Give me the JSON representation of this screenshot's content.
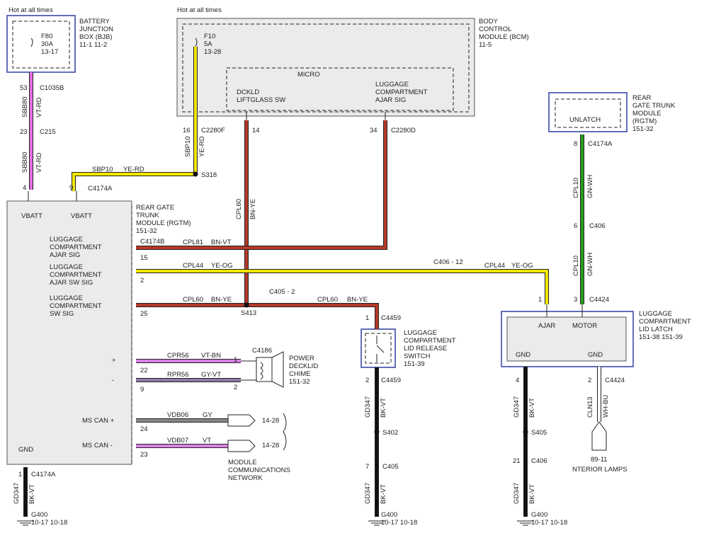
{
  "colors": {
    "VT-RD": "#e36fe0",
    "YE-RD": "#f2e600",
    "BN-YE": "#b43a2a",
    "YE-OG": "#f2e600",
    "GN-WH": "#2a9a22",
    "BK-VT": "#111111",
    "VT-BN": "#d77fe4",
    "GY-VT": "#8b7aa7",
    "GY": "#888888",
    "VT": "#dc82e6",
    "WH-BU": "#ffffff",
    "box_border": "#3a4aa8"
  },
  "labels": {
    "hot1": "Hot at all times",
    "hot2": "Hot at all times",
    "bjb": [
      "BATTERY",
      "JUNCTION",
      "BOX (BJB)",
      "11-1      11-2"
    ],
    "f80": [
      "F80",
      "30A",
      "13-17"
    ],
    "bcm": [
      "BODY",
      "CONTROL",
      "MODULE (BCM)",
      "11-5"
    ],
    "f10": [
      "F10",
      "5A",
      "13-28"
    ],
    "micro": "MICRO",
    "dckld": [
      "DCKLD",
      "LIFTGLASS SW"
    ],
    "lcajar_bcm": [
      "LUGGAGE",
      "COMPARTMENT",
      "AJAR SIG"
    ],
    "rgtm_top": [
      "REAR",
      "GATE TRUNK",
      "MODULE",
      "(RGTM)",
      "151-32"
    ],
    "unlatch": "UNLATCH",
    "rgtm_main": [
      "REAR GATE",
      "TRUNK",
      "MODULE (RGTM)",
      "151-32"
    ],
    "vbatt": "VBATT",
    "pin_lc_ajar": [
      "LUGGAGE",
      "COMPARTMENT",
      "AJAR SIG"
    ],
    "pin_lc_ajar_sw": [
      "LUGGAGE",
      "COMPARTMENT",
      "AJAR SW SIG"
    ],
    "pin_lc_sw": [
      "LUGGAGE",
      "COMPARTMENT",
      "SW SIG"
    ],
    "plus": "+",
    "minus": "-",
    "mscan_plus": "MS CAN +",
    "mscan_minus": "MS CAN -",
    "gnd": "GND",
    "chime": [
      "POWER",
      "DECKLID",
      "CHIME",
      "151-32"
    ],
    "release": [
      "LUGGAGE",
      "COMPARTMENT",
      "LID RELEASE",
      "SWITCH",
      "151-39"
    ],
    "latch": [
      "LUGGAGE",
      "COMPARTMENT",
      "LID LATCH",
      "151-38  151-39"
    ],
    "ajar": "AJAR",
    "motor": "MOTOR",
    "mcn": [
      "MODULE",
      "COMMUNICATIONS",
      "NETWORK"
    ],
    "net_ref": "14-28",
    "interior": "NTERIOR LAMPS",
    "interior_ref": "89-11",
    "g400": "G400",
    "g400_ref": "10-17   10-18"
  },
  "wires": {
    "sbb80": "SBB80",
    "vt_rd": "VT-RD",
    "sbp10": "SBP10",
    "ye_rd": "YE-RD",
    "cpl60": "CPL60",
    "bn_ye": "BN-YE",
    "cpl81": "CPL81",
    "bn_vt": "BN-VT",
    "cpl44": "CPL44",
    "ye_og": "YE-OG",
    "cpl10": "CPL10",
    "gn_wh": "GN-WH",
    "cpr56": "CPR56",
    "vt_bn": "VT-BN",
    "rpr56": "RPR56",
    "gy_vt": "GY-VT",
    "vdb06": "VDB06",
    "gy": "GY",
    "vdb07": "VDB07",
    "vt": "VT",
    "gd347": "GD347",
    "bk_vt": "BK-VT",
    "cln13": "CLN13",
    "wh_bu": "WH-BU"
  },
  "connectors": {
    "c1035b": "C1035B",
    "c215": "C215",
    "c4174a": "C4174A",
    "c2280f": "C2280F",
    "c2280d": "C2280D",
    "s318": "S318",
    "c4174b": "C4174B",
    "c406_12": "C406 - 12",
    "c405_2": "C405 - 2",
    "s413": "S413",
    "c4459": "C4459",
    "c4186": "C4186",
    "c406": "C406",
    "c4424": "C4424",
    "s402": "S402",
    "c405": "C405",
    "s405": "S405"
  },
  "pins": {
    "p53": "53",
    "p23": "23",
    "p4": "4",
    "p9": "9",
    "p16": "16",
    "p14": "14",
    "p34": "34",
    "p15": "15",
    "p2": "2",
    "p25": "25",
    "p22": "22",
    "p24": "24",
    "p1": "1",
    "p7": "7",
    "p8": "8",
    "p6": "6",
    "p3": "3",
    "p21": "21"
  }
}
